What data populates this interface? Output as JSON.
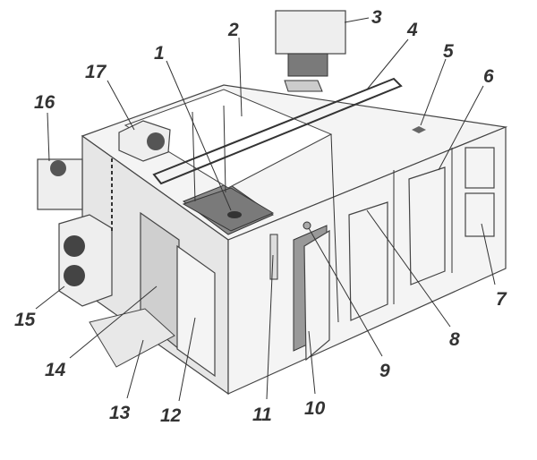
{
  "diagram": {
    "title_hidden": null,
    "labels": [
      "1",
      "2",
      "3",
      "4",
      "5",
      "6",
      "7",
      "8",
      "9",
      "10",
      "11",
      "12",
      "13",
      "14",
      "15",
      "16",
      "17"
    ]
  }
}
